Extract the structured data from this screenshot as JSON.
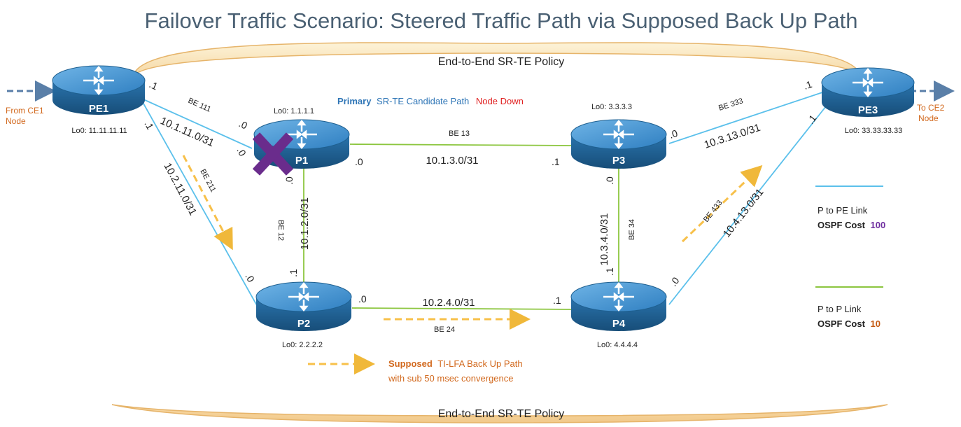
{
  "title": "Failover Traffic Scenario: Steered Traffic Path via Supposed Back Up Path",
  "policy_top": "End-to-End SR-TE Policy",
  "policy_bottom": "End-to-End SR-TE Policy",
  "primary_path": {
    "emph": "Primary",
    "rest": "SR-TE Candidate Path",
    "down": "Node Down"
  },
  "routers": {
    "pe1": {
      "name": "PE1",
      "lo": "Lo0: 11.11.11.11"
    },
    "pe3": {
      "name": "PE3",
      "lo": "Lo0: 33.33.33.33"
    },
    "p1": {
      "name": "P1",
      "lo": "Lo0: 1.1.1.1"
    },
    "p2": {
      "name": "P2",
      "lo": "Lo0: 2.2.2.2"
    },
    "p3": {
      "name": "P3",
      "lo": "Lo0: 3.3.3.3"
    },
    "p4": {
      "name": "P4",
      "lo": "Lo0: 4.4.4.4"
    }
  },
  "external": {
    "from_ce1_l1": "From CE1",
    "from_ce1_l2": "Node",
    "to_ce2_l1": "To CE2",
    "to_ce2_l2": "Node"
  },
  "links": {
    "pe1_p1": {
      "bundle": "BE 111",
      "subnet": "10.1.11.0/31",
      "pe_end": ".1",
      "p_end": ".0"
    },
    "pe1_p2": {
      "bundle": "BE 211",
      "subnet": "10.2.11.0/31",
      "pe_end": ".1",
      "p_end": ".0"
    },
    "p1_p3": {
      "bundle": "BE 13",
      "subnet": "10.1.3.0/31",
      "a_end": ".0",
      "b_end": ".1"
    },
    "p1_p2": {
      "bundle": "BE 12",
      "subnet": "10.1.2.0/31",
      "a_end": ".0",
      "b_end": ".1"
    },
    "p2_p4": {
      "bundle": "BE 24",
      "subnet": "10.2.4.0/31",
      "a_end": ".0",
      "b_end": ".1"
    },
    "p3_p4": {
      "bundle": "BE 34",
      "subnet": "10.3.4.0/31",
      "a_end": ".0",
      "b_end": ".1"
    },
    "p3_pe3": {
      "bundle": "BE 333",
      "subnet": "10.3.13.0/31",
      "p_end": ".0",
      "pe_end": ".1"
    },
    "p4_pe3": {
      "bundle": "BE 433",
      "subnet": "10.4.13.0/31",
      "p_end": ".0",
      "pe_end": ".1"
    }
  },
  "legend": {
    "pe_link": {
      "label": "P to PE Link",
      "cost_label": "OSPF Cost",
      "cost": "100",
      "color": "#5bc0eb"
    },
    "p_link": {
      "label": "P to P Link",
      "cost_label": "OSPF Cost",
      "cost": "10",
      "color": "#8cc63f"
    },
    "backup": {
      "emph": "Supposed",
      "rest": "TI-LFA Back Up Path",
      "line2": "with sub 50 msec convergence",
      "color": "#f7c04a"
    }
  },
  "colors": {
    "pe_link": "#5bc0eb",
    "p_link": "#8cc63f",
    "backup": "#f7c04a",
    "router_top": "#3a8ccc",
    "router_side": "#1e5f8f",
    "failure_x": "#6a2c8c",
    "primary_blue": "#2e75b6",
    "down_red": "#e02020",
    "orange_text": "#d2691e",
    "cost_purple": "#7030a0",
    "cost_orange": "#c55a11"
  }
}
